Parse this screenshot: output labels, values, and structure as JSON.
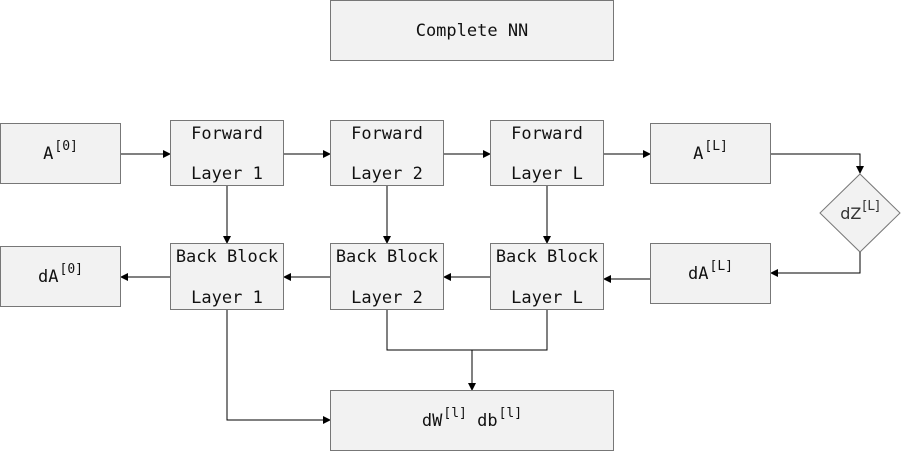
{
  "diagram": {
    "title": "Complete NN",
    "input_activation": {
      "base": "A",
      "sup": "[0]"
    },
    "output_activation": {
      "base": "A",
      "sup": "[L]"
    },
    "dZ": {
      "base": "dZ",
      "sup": "[L]"
    },
    "dA_L": {
      "base": "dA",
      "sup": "[L]"
    },
    "dA_0": {
      "base": "dA",
      "sup": "[0]"
    },
    "forward_layers": [
      {
        "line1": "Forward",
        "line2": "Layer 1"
      },
      {
        "line1": "Forward",
        "line2": "Layer 2"
      },
      {
        "line1": "Forward",
        "line2": "Layer L"
      }
    ],
    "back_layers": [
      {
        "line1": "Back Block",
        "line2": "Layer 1"
      },
      {
        "line1": "Back Block",
        "line2": "Layer 2"
      },
      {
        "line1": "Back Block",
        "line2": "Layer L"
      }
    ],
    "gradients": {
      "dW": "dW",
      "dW_sup": "[l]",
      "db": "db",
      "db_sup": "[l]"
    }
  },
  "colors": {
    "box_fill": "#f2f2f2",
    "box_border": "#777777",
    "line": "#000000"
  }
}
